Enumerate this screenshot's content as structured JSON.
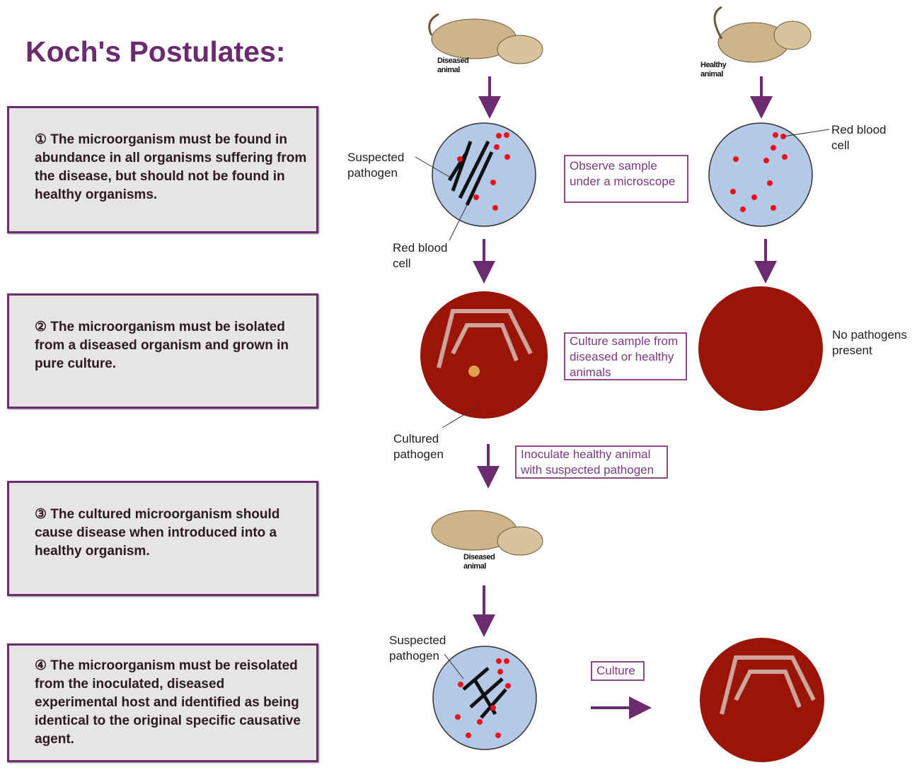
{
  "title": "Koch's Postulates:",
  "postulates": [
    {
      "text": "① The microorganism must be found in abundance in all organisms suffering from the disease, but should not be found in healthy organisms."
    },
    {
      "text": "② The microorganism must be isolated from a diseased organism and grown in pure culture."
    },
    {
      "text": "③ The cultured microorganism should cause disease when introduced into a healthy organism."
    },
    {
      "text": "④ The microorganism must be reisolated from the inoculated, diseased experimental host and identified as being identical to the original specific causative agent."
    }
  ],
  "labels": {
    "diseased_animal": "Diseased animal",
    "healthy_animal": "Healthy animal",
    "suspected_pathogen": "Suspected pathogen",
    "red_blood_cell": "Red blood cell",
    "red_blood_cell_right": "Red blood cell",
    "no_pathogens": "No pathogens present",
    "cultured_pathogen": "Cultured pathogen",
    "diseased_animal_2": "Diseased animal",
    "suspected_pathogen_2": "Suspected pathogen"
  },
  "steps": {
    "observe": "Observe sample under a microscope",
    "culture_sample": "Culture sample from diseased or healthy animals",
    "inoculate": "Inoculate healthy animal with suspected pathogen",
    "culture": "Culture"
  },
  "colors": {
    "accent": "#6b2c6f",
    "plate": "#9b1408",
    "slide": "#b4c9e8",
    "cell": "#e8141c"
  }
}
